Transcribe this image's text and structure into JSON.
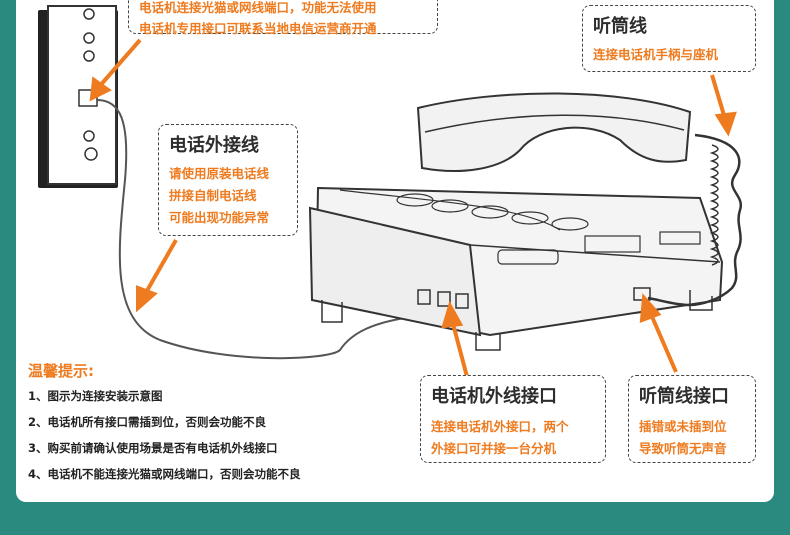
{
  "colors": {
    "background": "#2a8a80",
    "accent": "#ee7b1f",
    "text": "#2d2d2d",
    "line": "#555555"
  },
  "top_note": {
    "line1": "电话机连接光猫或网线端口，功能无法使用",
    "line2": "电话机专用接口可联系当地电信运营商开通"
  },
  "handset_cord": {
    "title": "听筒线",
    "body": "连接电话机手柄与座机"
  },
  "phone_line": {
    "title": "电话外接线",
    "body": [
      "请使用原装电话线",
      "拼接自制电话线",
      "可能出现功能异常"
    ]
  },
  "line_port": {
    "title": "电话机外线接口",
    "body": [
      "连接电话机外接口，两个",
      "外接口可并接一台分机"
    ]
  },
  "handset_port": {
    "title": "听筒线接口",
    "body": [
      "插错或未插到位",
      "导致听筒无声音"
    ]
  },
  "tips": {
    "title": "温馨提示:",
    "items": [
      "1、图示为连接安装示意图",
      "2、电话机所有接口需插到位，否则会功能不良",
      "3、购买前请确认使用场景是否有电话机外线接口",
      "4、电话机不能连接光猫或网线端口，否则会功能不良"
    ]
  }
}
